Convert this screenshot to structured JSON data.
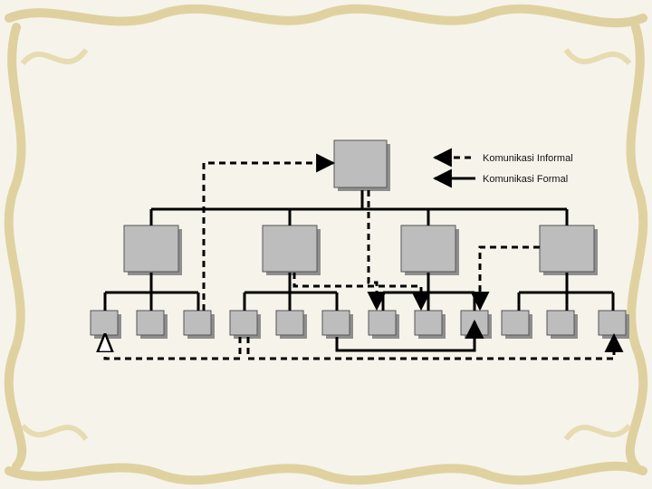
{
  "colors": {
    "background": "#f6f3ea",
    "border_ornament": "#dccb93",
    "box_fill": "#bdbdbd",
    "box_shadow": "#8e8e8e",
    "line": "#000000"
  },
  "legend": {
    "informal_label": "Komunikasi Informal",
    "formal_label": "Komunikasi Formal"
  },
  "org_chart": {
    "levels": [
      1,
      4,
      12
    ],
    "line_styles": {
      "formal": "solid",
      "informal": "dashed"
    }
  }
}
